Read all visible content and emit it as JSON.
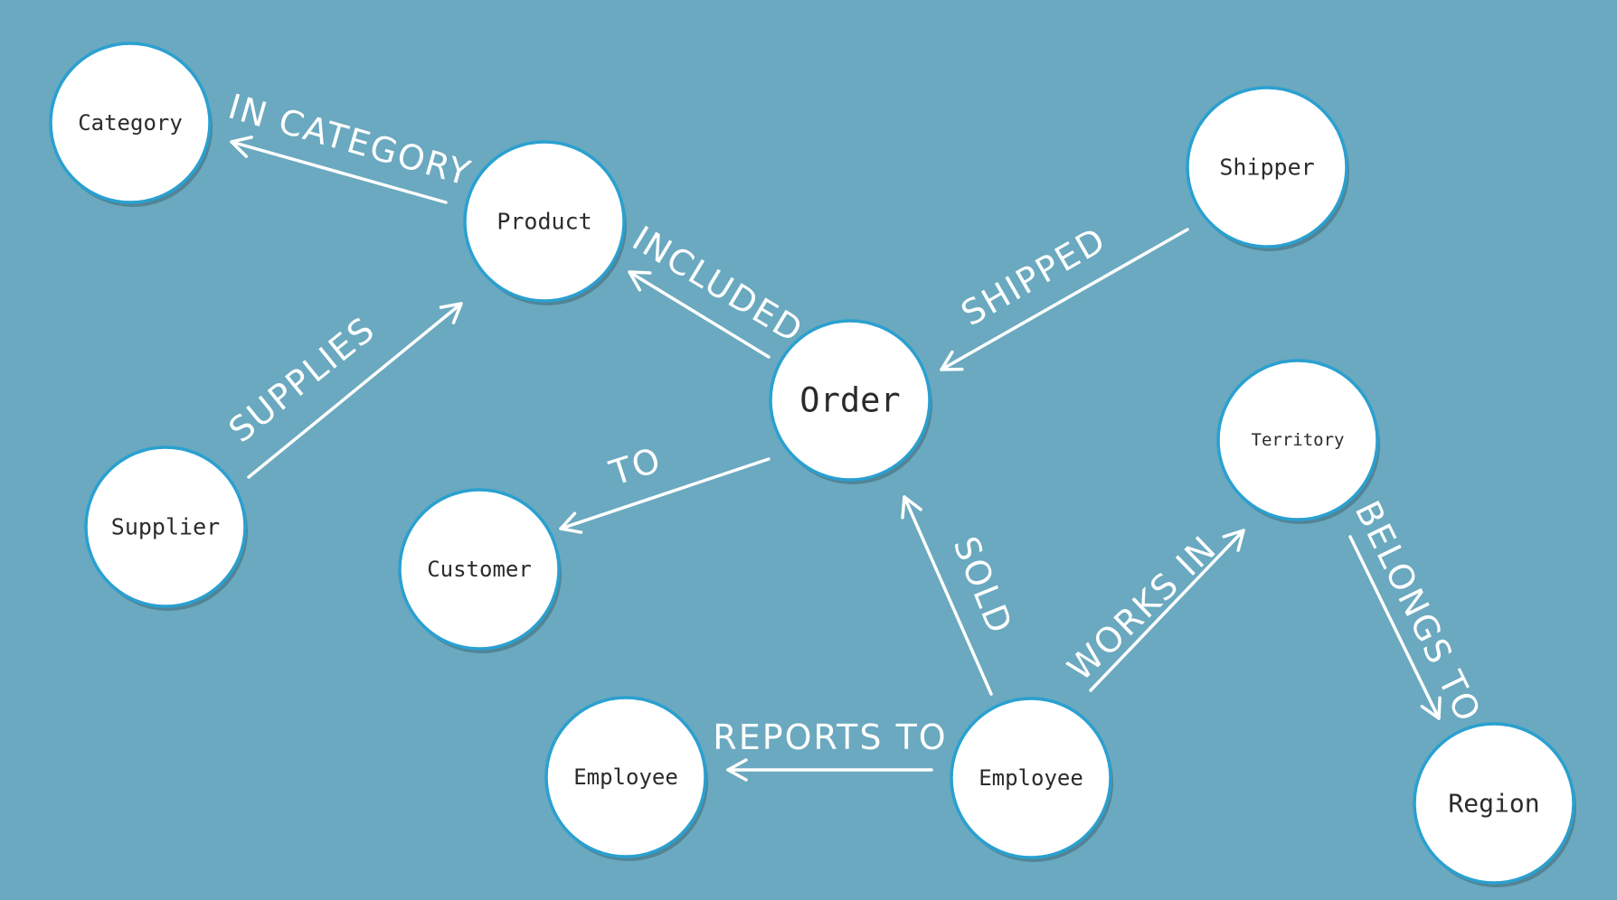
{
  "diagram": {
    "nodes": [
      {
        "id": "category",
        "label": "Category"
      },
      {
        "id": "product",
        "label": "Product"
      },
      {
        "id": "shipper",
        "label": "Shipper"
      },
      {
        "id": "order",
        "label": "Order"
      },
      {
        "id": "supplier",
        "label": "Supplier"
      },
      {
        "id": "territory",
        "label": "Territory"
      },
      {
        "id": "customer",
        "label": "Customer"
      },
      {
        "id": "employee-left",
        "label": "Employee"
      },
      {
        "id": "employee-center",
        "label": "Employee"
      },
      {
        "id": "region",
        "label": "Region"
      }
    ],
    "edges": [
      {
        "from": "product",
        "to": "category",
        "label": "IN CATEGORY"
      },
      {
        "from": "order",
        "to": "product",
        "label": "INCLUDED"
      },
      {
        "from": "shipper",
        "to": "order",
        "label": "SHIPPED"
      },
      {
        "from": "supplier",
        "to": "product",
        "label": "SUPPLIES"
      },
      {
        "from": "order",
        "to": "customer",
        "label": "TO"
      },
      {
        "from": "employee-center",
        "to": "order",
        "label": "SOLD"
      },
      {
        "from": "employee-center",
        "to": "territory",
        "label": "WORKS IN"
      },
      {
        "from": "territory",
        "to": "region",
        "label": "BELONGS TO"
      },
      {
        "from": "employee-center",
        "to": "employee-left",
        "label": "REPORTS TO"
      }
    ]
  },
  "colors": {
    "background": "#6aa9bf",
    "node_fill": "#ffffff",
    "node_border": "#2aa0d0",
    "edge": "#ffffff",
    "node_text": "#2b2b2b"
  }
}
